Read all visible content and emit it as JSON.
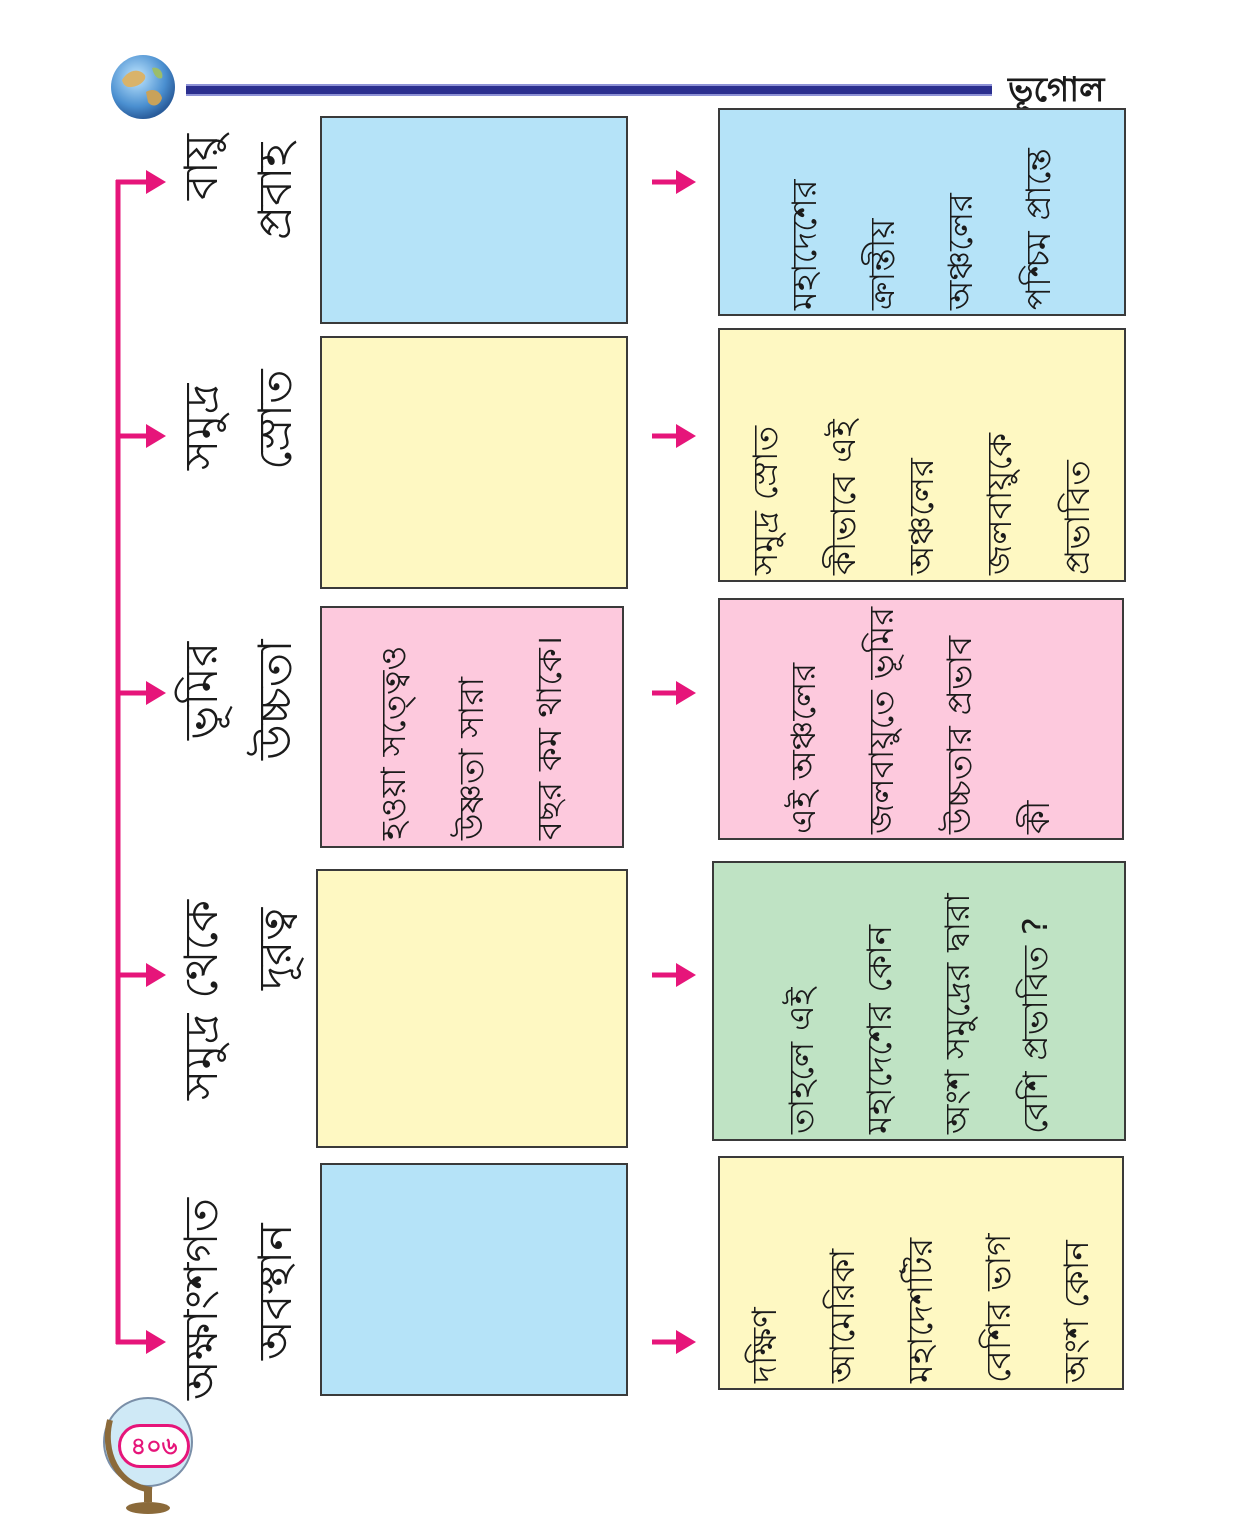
{
  "header": {
    "subject": "ভূগোল"
  },
  "page_number": "৪০৬",
  "columns": [
    {
      "label_line1": "অক্ষাংশগত",
      "label_line2": "অবস্থান"
    },
    {
      "label_line1": "সমুদ্র থেকে",
      "label_line2": "দূরত্ব"
    },
    {
      "label_line1": "ভূমির",
      "label_line2": "উচ্চতা"
    },
    {
      "label_line1": "সমুদ্র",
      "label_line2": "স্রোত"
    },
    {
      "label_line1": "বায়ু",
      "label_line2": "প্রবাহ"
    }
  ],
  "answer_boxes": [
    {
      "text": ""
    },
    {
      "text": ""
    },
    {
      "text": "হওয়া সত্ত্বেও উষ্ণতা সারা বছর কম থাকে।"
    },
    {
      "text": ""
    },
    {
      "text": ""
    }
  ],
  "question_boxes": [
    {
      "text": "দক্ষিণ আমেরিকা মহাদেশটির বেশির ভাগ অংশ কোন"
    },
    {
      "text": "তাহলে এই মহাদেশের কোন অংশ সমুদ্রের দ্বারা বেশি প্রভাবিত ?"
    },
    {
      "text": "এই অঞ্চলের জলবায়ুতে ভূমির উচ্চতার প্রভাব কী"
    },
    {
      "text": "সমুদ্র স্রোত কীভাবে এই অঞ্চলের জলবায়ুকে প্রভাবিত"
    },
    {
      "text": "মহাদেশের ক্রান্তীয় অঞ্চলের পশ্চিম প্রান্তে"
    }
  ],
  "colors": {
    "magenta": "#e6157a",
    "navy": "#2b2f8f",
    "blue_box": "#b5e3f8",
    "yellow_box": "#fef8c2",
    "pink_box": "#fdc9dd",
    "green_box": "#bfe3c4"
  }
}
